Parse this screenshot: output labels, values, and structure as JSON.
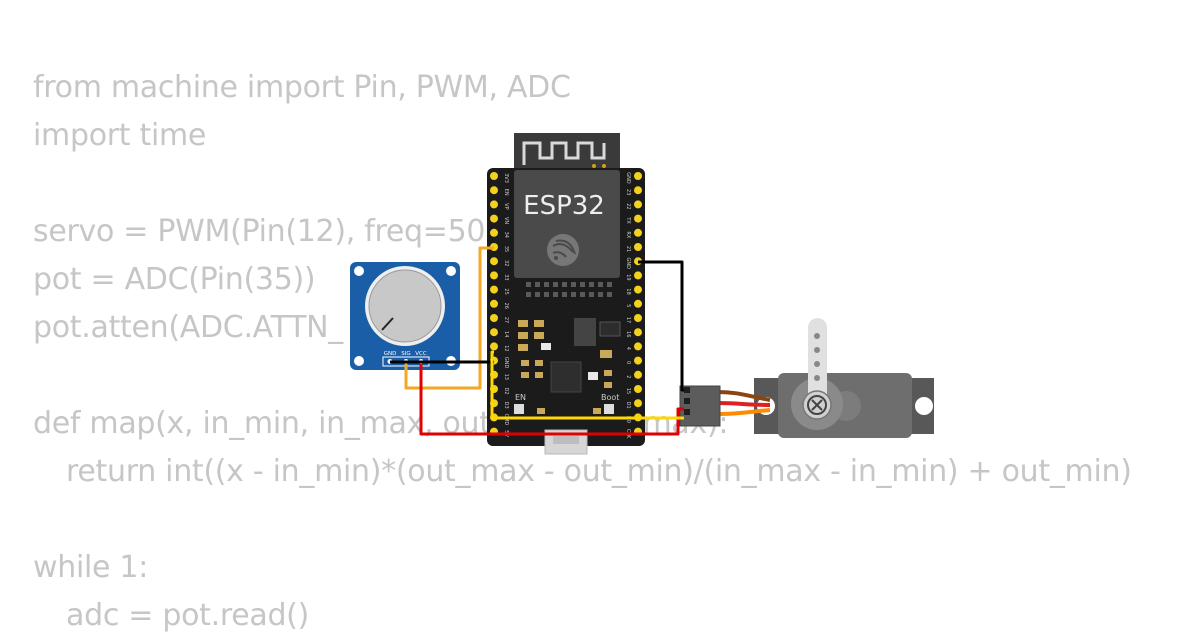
{
  "code": {
    "lines": [
      "from machine import Pin, PWM, ADC",
      "import time",
      "",
      "servo = PWM(Pin(12), freq=50)",
      "pot = ADC(Pin(35))",
      "pot.atten(ADC.ATTN_",
      "",
      "def map(x, in_min, in_max, out_min, out_max):",
      "return int((x - in_min)*(out_max - out_min)/(in_max - in_min) + out_min)",
      "",
      "while 1:",
      "adc = pot.read()"
    ],
    "indented_lines": [
      8,
      11
    ]
  },
  "board": {
    "chip_label": "ESP32",
    "en_label": "EN",
    "boot_label": "Boot",
    "left_pins": [
      "3V3",
      "EN",
      "VP",
      "VN",
      "34",
      "35",
      "32",
      "33",
      "25",
      "26",
      "27",
      "14",
      "12",
      "GND",
      "13",
      "D2",
      "D3",
      "CMD",
      "5V"
    ],
    "right_pins": [
      "GND",
      "23",
      "22",
      "TX",
      "RX",
      "21",
      "GND",
      "19",
      "18",
      "5",
      "17",
      "16",
      "4",
      "0",
      "2",
      "15",
      "D1",
      "D0",
      "CLK"
    ]
  },
  "potentiometer": {
    "pin_labels": [
      "GND",
      "SIG",
      "VCC"
    ]
  },
  "servo": {
    "connector_pins": 3
  },
  "wires": {
    "colors": {
      "signal_pot": "#f5a623",
      "ground": "#000000",
      "power": "#e00000",
      "signal_servo": "#ffd800",
      "servo_brown": "#8b4513",
      "servo_red": "#e02020",
      "servo_orange": "#ff8c00"
    }
  },
  "colors": {
    "code_text": "#c6c6c6",
    "board": "#1b1b1b",
    "pot_board": "#1a5ea8",
    "pin_gold": "#f2d21c"
  }
}
